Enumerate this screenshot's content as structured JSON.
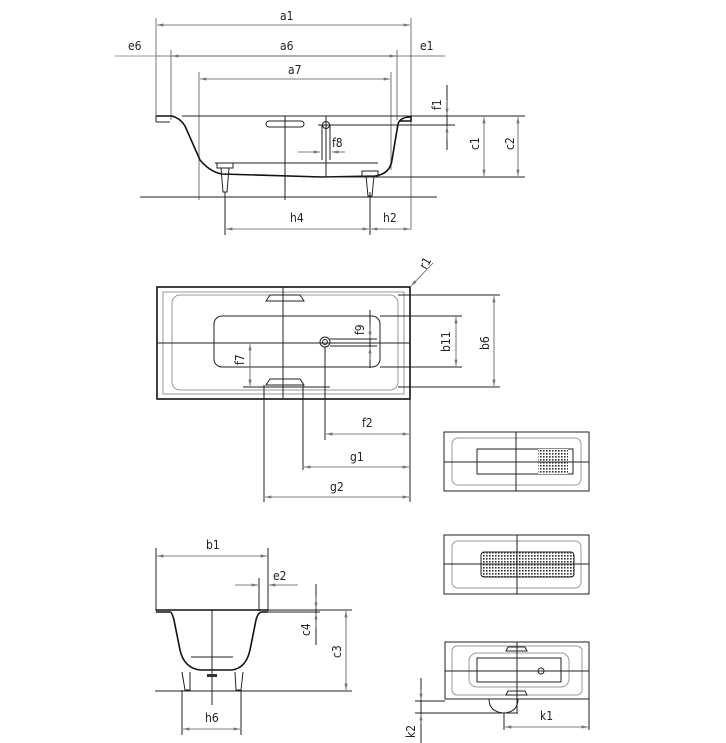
{
  "drawing": {
    "side_view": {
      "labels": {
        "a1": "a1",
        "a6": "a6",
        "a7": "a7",
        "e6": "e6",
        "e1": "e1",
        "f1": "f1",
        "f8": "f8",
        "c1": "c1",
        "c2": "c2",
        "h4": "h4",
        "h2": "h2"
      }
    },
    "top_view": {
      "labels": {
        "r1": "r1",
        "f9": "f9",
        "f7": "f7",
        "b11": "b11",
        "b6": "b6",
        "f2": "f2",
        "g1": "g1",
        "g2": "g2"
      }
    },
    "end_view": {
      "labels": {
        "b1": "b1",
        "e2": "e2",
        "c4": "c4",
        "c3": "c3",
        "h6": "h6"
      }
    },
    "small_views": {
      "labels": {
        "k1": "k1",
        "k2": "k2"
      },
      "views": [
        "anti-slip-partial",
        "anti-slip-full",
        "grip-handle-variant"
      ]
    }
  }
}
